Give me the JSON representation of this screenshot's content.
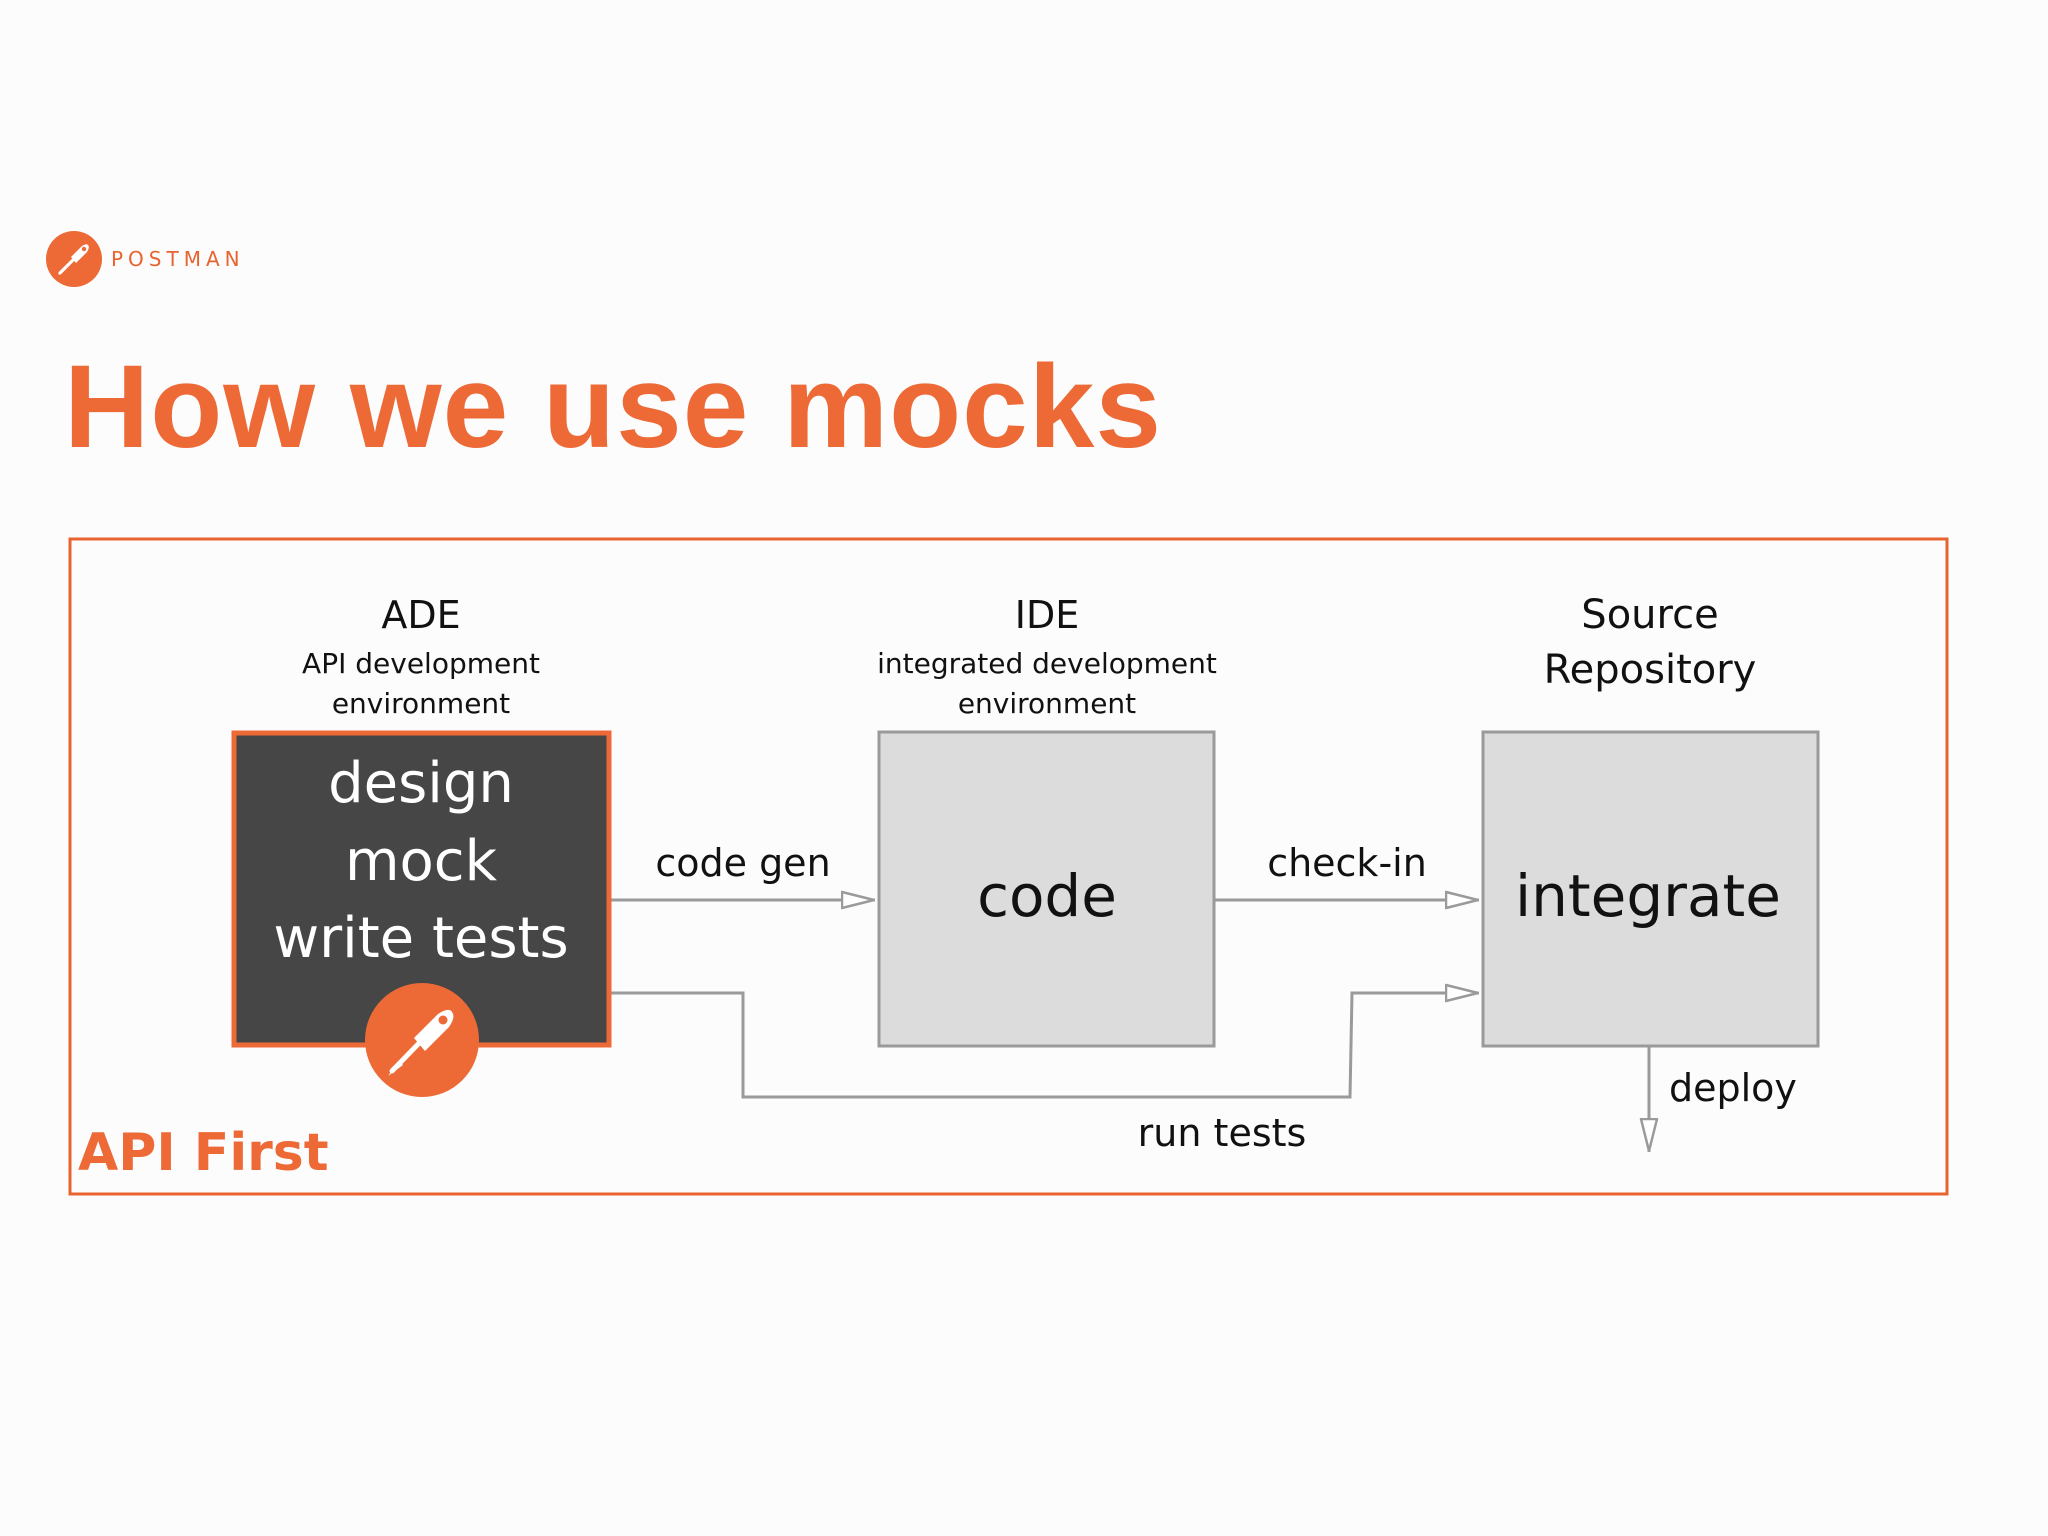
{
  "brand": {
    "logo_text": "POSTMAN",
    "accent_color": "#ed6a37",
    "logo_icon": "postman-rocket-icon"
  },
  "slide": {
    "title": "How we use mocks"
  },
  "diagram": {
    "frame_label": "API First",
    "stages": [
      {
        "heading": "ADE",
        "subheading_lines": [
          "API development",
          "environment"
        ],
        "box_lines": [
          "design",
          "mock",
          "write tests"
        ]
      },
      {
        "heading": "IDE",
        "subheading_lines": [
          "integrated development",
          "environment"
        ],
        "box_lines": [
          "code"
        ]
      },
      {
        "heading_lines": [
          "Source",
          "Repository"
        ],
        "box_lines": [
          "integrate"
        ]
      }
    ],
    "connectors": {
      "code_gen": "code gen",
      "check_in": "check-in",
      "run_tests": "run tests",
      "deploy": "deploy"
    },
    "colors": {
      "dark_box": "#464646",
      "light_box": "#dcdcdd",
      "line": "#9a9a9a"
    }
  }
}
